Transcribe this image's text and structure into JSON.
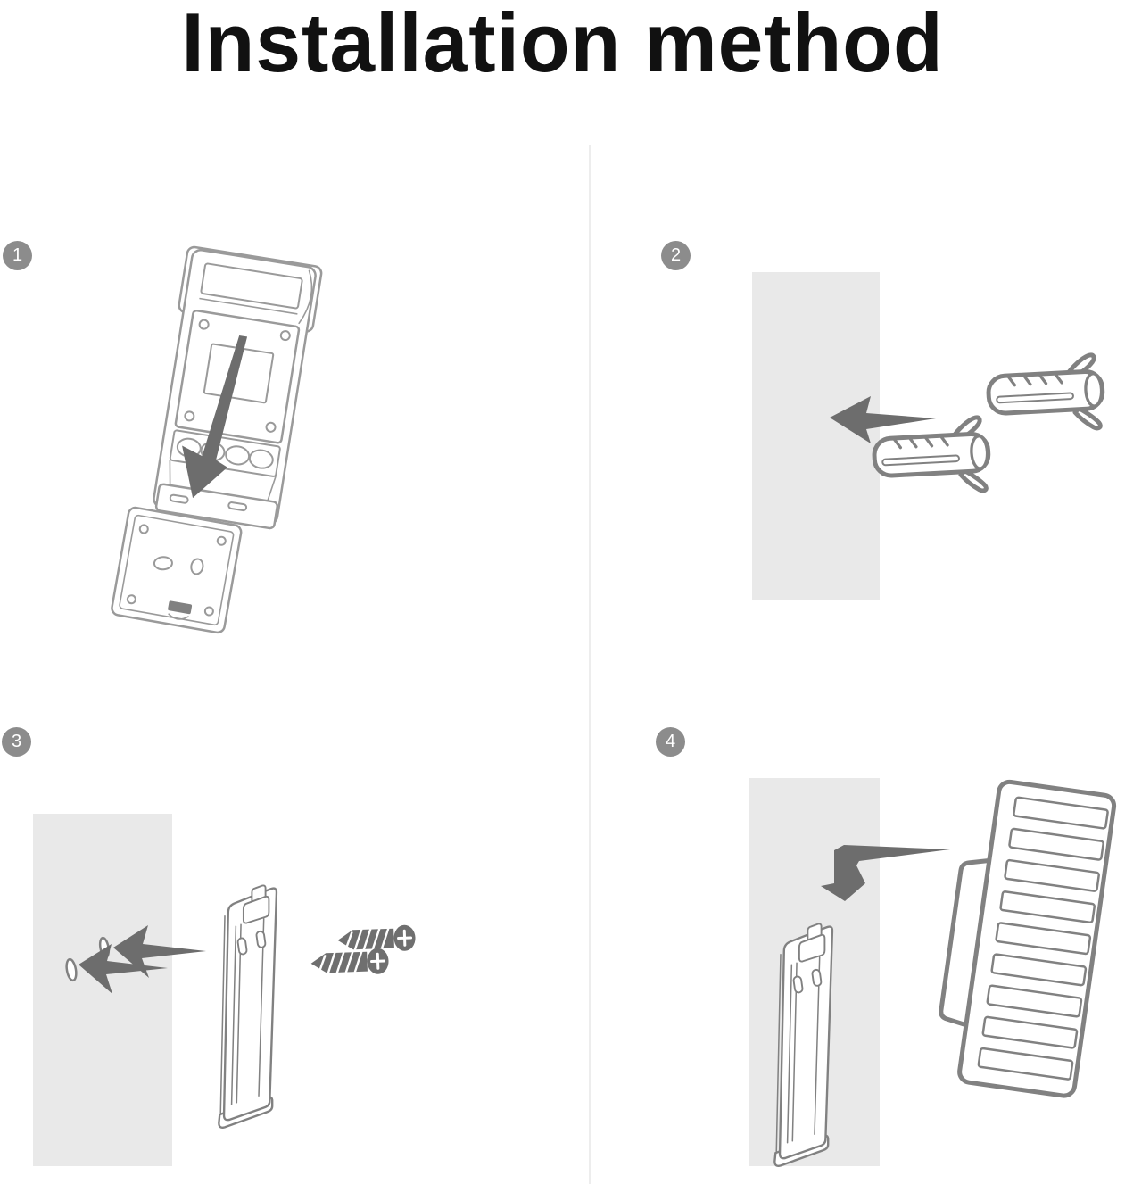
{
  "title": "Installation method",
  "steps": [
    {
      "number": "1",
      "illustration": "device-back-arrow-to-mounting-plate"
    },
    {
      "number": "2",
      "illustration": "two-wall-anchors-arrow-into-wall"
    },
    {
      "number": "3",
      "illustration": "bracket-with-screws-arrows-to-wall-holes"
    },
    {
      "number": "4",
      "illustration": "device-arrow-onto-mounted-bracket"
    }
  ],
  "colors": {
    "title_text": "#111111",
    "step_badge": "#8c8c8c",
    "badge_number_color": "#ffffff",
    "wall_fill": "#e9e9e9",
    "divider": "#ededed",
    "arrow_fill": "#6d6d6d",
    "line_art": "#9a9a9a",
    "line_art_dark": "#818181",
    "metal_fill": "#6f6f6f"
  }
}
